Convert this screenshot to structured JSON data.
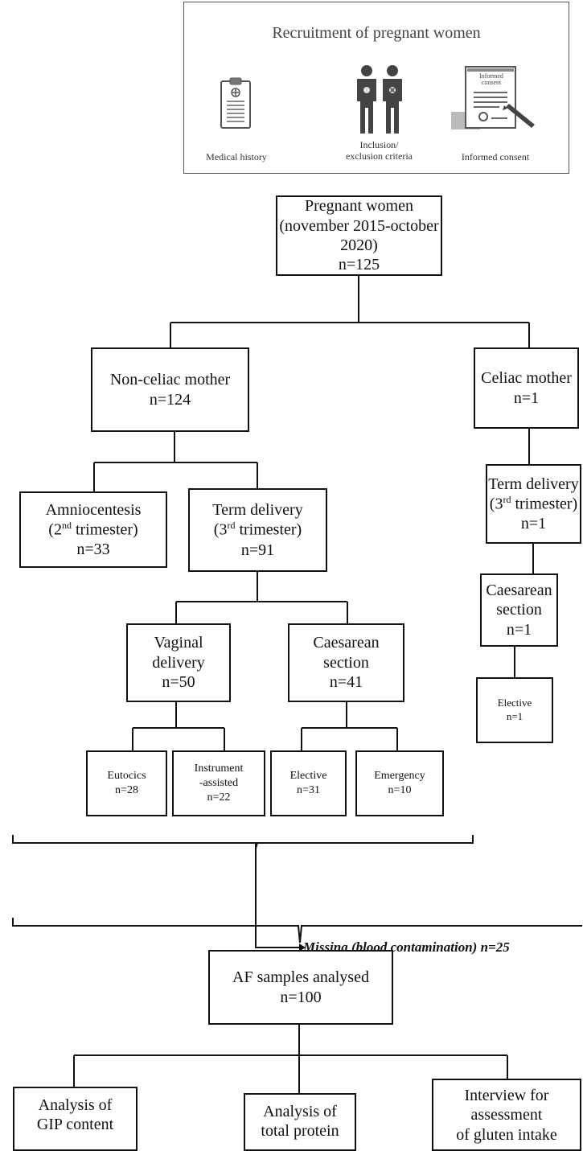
{
  "recruitment": {
    "title": "Recruitment of pregnant women",
    "items": [
      {
        "icon": "clipboard-icon",
        "label": "Medical history"
      },
      {
        "icon": "people-icon",
        "label": "Inclusion/\nexclusion criteria"
      },
      {
        "icon": "consent-form-icon",
        "label": "Informed consent",
        "form_text": "Informed\nconsent"
      }
    ]
  },
  "pregnant": {
    "line1": "Pregnant women",
    "line2": "(november 2015-october 2020)",
    "n": "n=125"
  },
  "non_celiac": {
    "line1": "Non-celiac mother",
    "n": "n=124"
  },
  "celiac": {
    "line1": "Celiac mother",
    "n": "n=1"
  },
  "amnio": {
    "line1": "Amniocentesis",
    "line2_pre": "(2",
    "line2_sup": "nd",
    "line2_post": " trimester)",
    "n": "n=33"
  },
  "term_nc": {
    "line1": "Term delivery",
    "line2_pre": "(3",
    "line2_sup": "rd",
    "line2_post": " trimester)",
    "n": "n=91"
  },
  "term_c": {
    "line1": "Term delivery",
    "line2_pre": "(3",
    "line2_sup": "rd",
    "line2_post": " trimester)",
    "n": "n=1"
  },
  "vaginal": {
    "line1": "Vaginal",
    "line2": "delivery",
    "n": "n=50"
  },
  "caesarean_nc": {
    "line1": "Caesarean",
    "line2": "section",
    "n": "n=41"
  },
  "caesarean_c": {
    "line1": "Caesarean",
    "line2": "section",
    "n": "n=1"
  },
  "eutocics": {
    "line1": "Eutocics",
    "n": "n=28"
  },
  "instrument": {
    "line1": "Instrument",
    "line2": "-assisted",
    "n": "n=22"
  },
  "elective_nc": {
    "line1": "Elective",
    "n": "n=31"
  },
  "emergency": {
    "line1": "Emergency",
    "n": "n=10"
  },
  "elective_c": {
    "line1": "Elective",
    "n": "n=1"
  },
  "missing": "Missing (blood contamination) n=25",
  "af": {
    "line1": "AF samples analysed",
    "n": "n=100"
  },
  "analysis_gip": {
    "line1": "Analysis of",
    "line2": "GIP content"
  },
  "analysis_protein": {
    "line1": "Analysis of",
    "line2": "total protein"
  },
  "interview": {
    "line1": "Interview for",
    "line2": "assessment",
    "line3": "of gluten intake"
  }
}
